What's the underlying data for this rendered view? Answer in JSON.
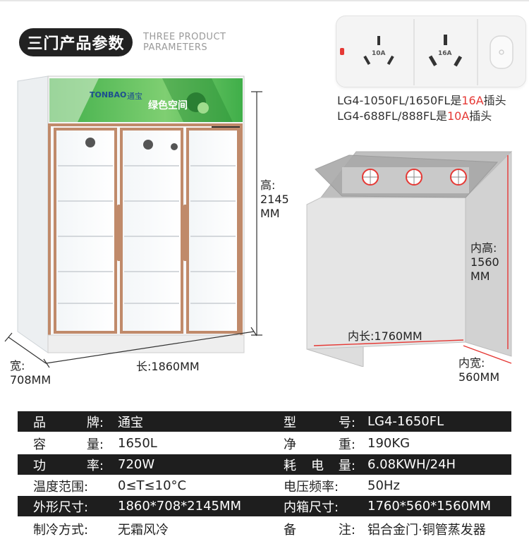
{
  "header": {
    "title": "三门产品参数",
    "subtitle_line1": "THREE PRODUCT",
    "subtitle_line2": "PARAMETERS"
  },
  "socket": {
    "left_rating": "10A",
    "right_rating": "16A",
    "note_line1_prefix": "LG4-1050FL/1650FL是",
    "note_line1_highlight": "16A",
    "note_line1_suffix": "插头",
    "note_line2_prefix": "LG4-688FL/888FL是",
    "note_line2_highlight": "10A",
    "note_line2_suffix": "插头"
  },
  "fridge": {
    "brand_logo": "TONBAO",
    "brand_cn": "通宝",
    "banner_text": "绿色空间",
    "height_label": "高:",
    "height_value": "2145",
    "height_unit": "MM",
    "length_label": "长:1860MM",
    "width_label": "宽:",
    "width_value": "708MM"
  },
  "interior": {
    "height_label": "内高:",
    "height_value": "1560",
    "height_unit": "MM",
    "length_label": "内长:1760MM",
    "width_label": "内宽:",
    "width_value": "560MM"
  },
  "specs": [
    {
      "k1": [
        "品",
        "牌:"
      ],
      "v1": "通宝",
      "k2": [
        "型",
        "号:"
      ],
      "v2": "LG4-1650FL"
    },
    {
      "k1": [
        "容",
        "量:"
      ],
      "v1": "1650L",
      "k2": [
        "净",
        "重:"
      ],
      "v2": "190KG"
    },
    {
      "k1": [
        "功",
        "率:"
      ],
      "v1": "720W",
      "k2": [
        "耗",
        "电",
        "量:"
      ],
      "v2": "6.08KWH/24H"
    },
    {
      "k1": [
        "温度范围:"
      ],
      "v1": "0≤T≤10°C",
      "k2": [
        "电压频率:"
      ],
      "v2": "50Hz"
    },
    {
      "k1": [
        "外形尺寸:"
      ],
      "v1": "1860*708*2145MM",
      "k2": [
        "内箱尺寸:"
      ],
      "v2": "1760*560*1560MM"
    },
    {
      "k1": [
        "制冷方式:"
      ],
      "v1": "无霜风冷",
      "k2": [
        "备",
        "注:"
      ],
      "v2": "铝合金门·铜管蒸发器"
    }
  ],
  "colors": {
    "frame_gold": "#c08a6a",
    "banner_green": "#3fae49",
    "highlight_red": "#e53935",
    "table_dark": "#1e1e1e"
  }
}
